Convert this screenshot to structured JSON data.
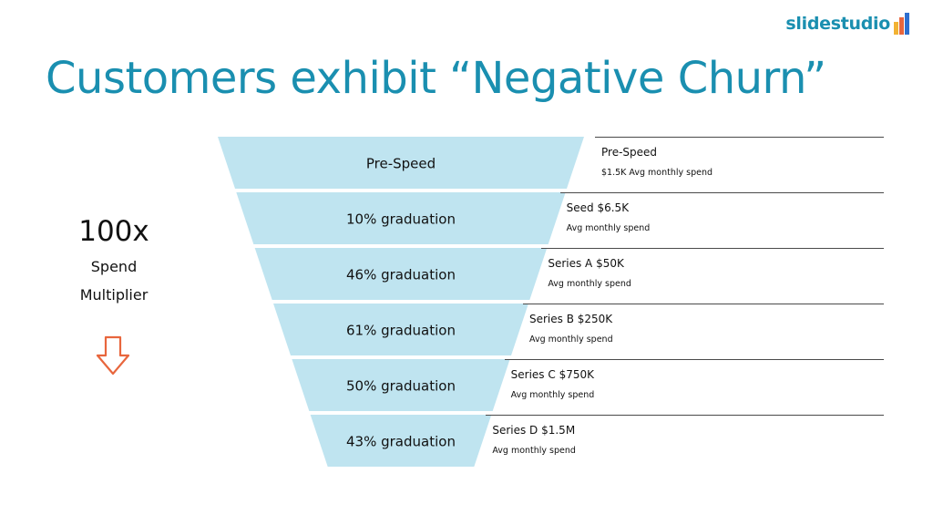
{
  "brand": {
    "name": "slidestudio",
    "accent": "#1a8fb0",
    "mark_colors": [
      "#f2b233",
      "#e8663d",
      "#2e6fcf"
    ]
  },
  "slide": {
    "title": "Customers exhibit “Negative Churn”"
  },
  "multiplier": {
    "value": "100x",
    "label_line1": "Spend",
    "label_line2": "Multiplier",
    "arrow_icon": "down-arrow-icon",
    "arrow_color": "#e8663d"
  },
  "funnel": {
    "fill_color": "#bfe4f0",
    "stages": [
      {
        "label": "Pre-Speed",
        "title": "Pre-Speed",
        "subtitle": "$1.5K Avg monthly spend"
      },
      {
        "label": "10% graduation",
        "title": "Seed $6.5K",
        "subtitle": "Avg monthly spend"
      },
      {
        "label": "46% graduation",
        "title": "Series A $50K",
        "subtitle": "Avg monthly spend"
      },
      {
        "label": "61% graduation",
        "title": "Series B $250K",
        "subtitle": "Avg monthly spend"
      },
      {
        "label": "50% graduation",
        "title": "Series C $750K",
        "subtitle": "Avg monthly spend"
      },
      {
        "label": "43% graduation",
        "title": "Series D $1.5M",
        "subtitle": "Avg monthly spend"
      }
    ]
  }
}
